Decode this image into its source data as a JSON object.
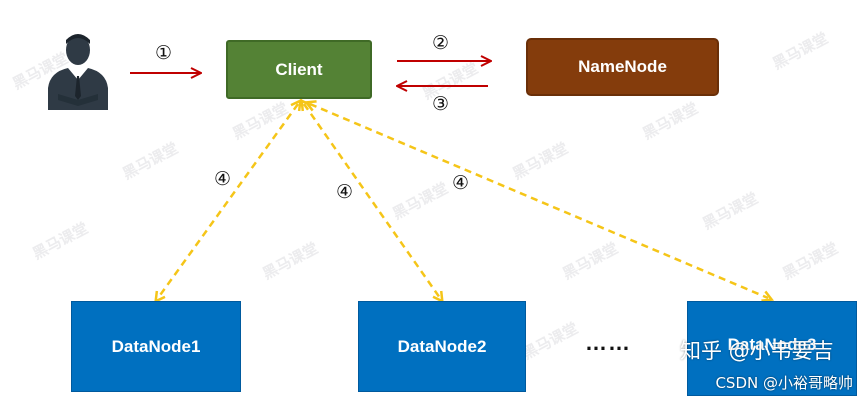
{
  "nodes": {
    "client": "Client",
    "namenode": "NameNode",
    "datanodes": [
      "DataNode1",
      "DataNode2",
      "DataNode3"
    ],
    "ellipsis": "……"
  },
  "steps": {
    "s1": "①",
    "s2": "②",
    "s3": "③",
    "s4": "④"
  },
  "watermark": {
    "text": "黑马课堂"
  },
  "credits": {
    "zhihu": "知乎 @小韦要吉",
    "csdn": "CSDN @小裕哥略帅"
  },
  "icons": {
    "user": "user-icon"
  },
  "colors": {
    "client": "#548235",
    "namenode": "#843c0c",
    "datanode": "#0070c0",
    "request_arrow": "#c00000",
    "data_arrow": "#f5c518"
  }
}
